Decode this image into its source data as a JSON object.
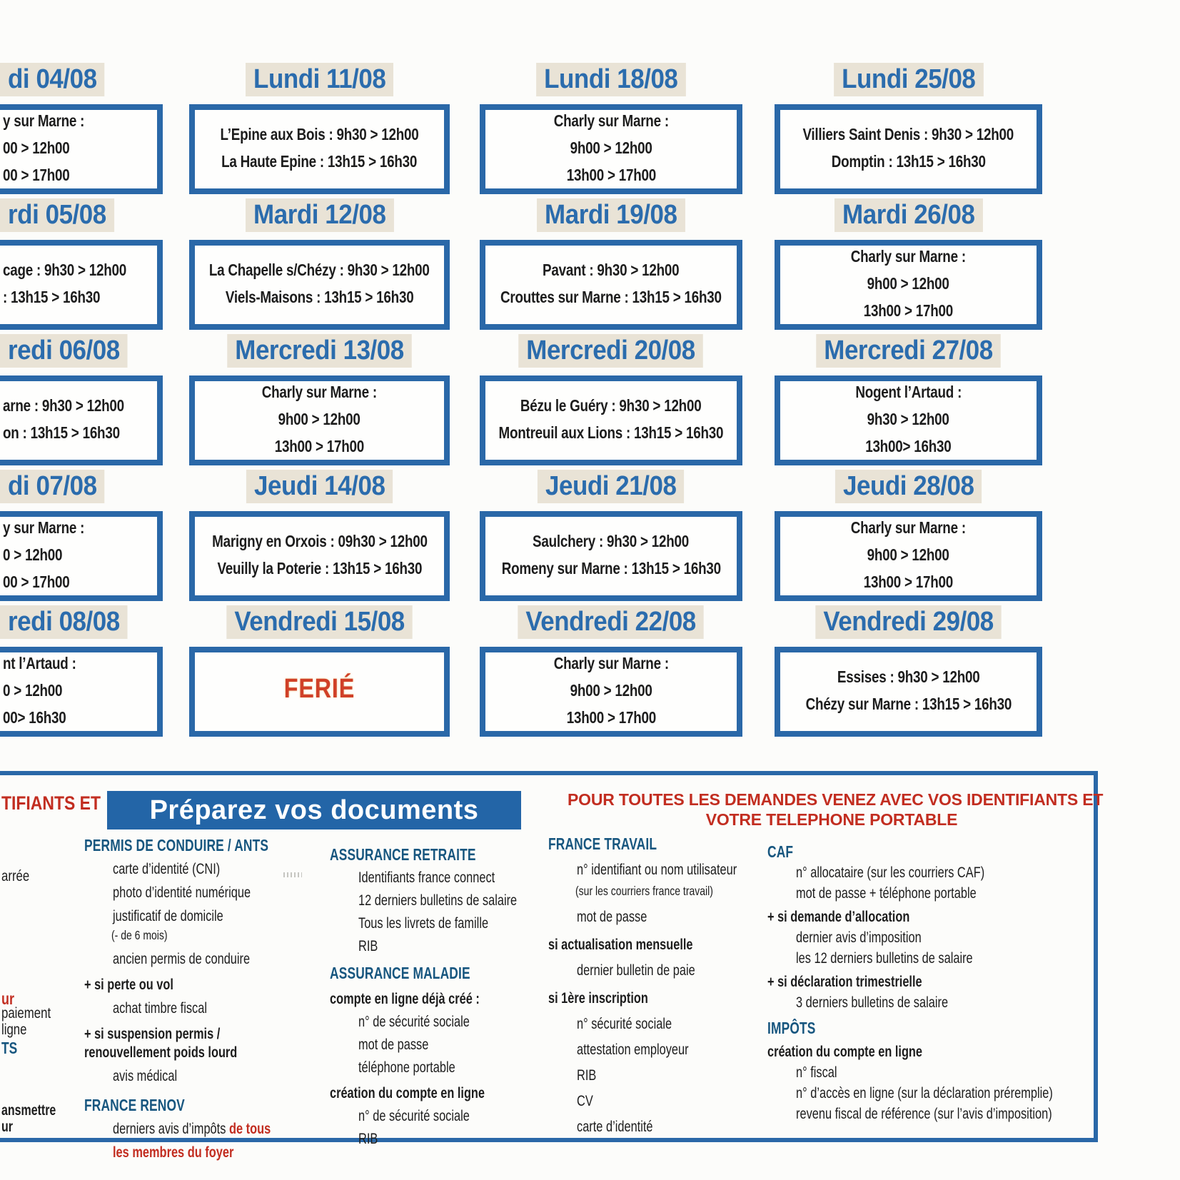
{
  "colors": {
    "blue": "#2b6cad",
    "border_blue": "#2a68a8",
    "banner_bg": "#2365a7",
    "header_blue": "#17567f",
    "red": "#c22d20",
    "ferie_red": "#d04028",
    "text": "#1d1d1d",
    "title_hl": "#e9e3d6"
  },
  "calendar": {
    "rows": [
      {
        "day": "Lundi",
        "cells": [
          {
            "cut": true,
            "title": "di 04/08",
            "lines": [
              "y sur Marne :",
              "00 > 12h00",
              "00 > 17h00"
            ]
          },
          {
            "title": "Lundi 11/08",
            "lines": [
              "L’Epine aux Bois : 9h30 > 12h00",
              "La Haute Epine : 13h15 > 16h30"
            ]
          },
          {
            "title": "Lundi 18/08",
            "lines": [
              "Charly sur Marne :",
              "9h00 > 12h00",
              "13h00 > 17h00"
            ]
          },
          {
            "title": "Lundi 25/08",
            "lines": [
              "Villiers Saint Denis : 9h30 > 12h00",
              "Domptin : 13h15 > 16h30"
            ]
          }
        ]
      },
      {
        "day": "Mardi",
        "cells": [
          {
            "cut": true,
            "title": "rdi 05/08",
            "lines": [
              "cage : 9h30 > 12h00",
              ": 13h15 > 16h30"
            ]
          },
          {
            "title": "Mardi 12/08",
            "lines": [
              "La Chapelle s/Chézy : 9h30 > 12h00",
              "Viels-Maisons : 13h15 > 16h30"
            ]
          },
          {
            "title": "Mardi 19/08",
            "lines": [
              "Pavant : 9h30 > 12h00",
              "Crouttes sur Marne : 13h15 > 16h30"
            ]
          },
          {
            "title": "Mardi 26/08",
            "lines": [
              "Charly sur Marne :",
              "9h00 > 12h00",
              "13h00 > 17h00"
            ]
          }
        ]
      },
      {
        "day": "Mercredi",
        "cells": [
          {
            "cut": true,
            "title": "redi 06/08",
            "lines": [
              "arne : 9h30 > 12h00",
              "on : 13h15 > 16h30"
            ]
          },
          {
            "title": "Mercredi 13/08",
            "lines": [
              "Charly sur Marne :",
              "9h00 > 12h00",
              "13h00 > 17h00"
            ]
          },
          {
            "title": "Mercredi 20/08",
            "lines": [
              "Bézu le Guéry : 9h30 > 12h00",
              "Montreuil aux Lions : 13h15 > 16h30"
            ]
          },
          {
            "title": "Mercredi 27/08",
            "lines": [
              "Nogent l’Artaud :",
              "9h30 > 12h00",
              "13h00> 16h30"
            ]
          }
        ]
      },
      {
        "day": "Jeudi",
        "cells": [
          {
            "cut": true,
            "title": "di 07/08",
            "lines": [
              "y sur Marne :",
              "0 > 12h00",
              "00 > 17h00"
            ]
          },
          {
            "title": "Jeudi 14/08",
            "lines": [
              "Marigny en Orxois : 09h30 > 12h00",
              "Veuilly la Poterie : 13h15 > 16h30"
            ]
          },
          {
            "title": "Jeudi 21/08",
            "lines": [
              "Saulchery : 9h30 > 12h00",
              "Romeny sur Marne : 13h15 > 16h30"
            ]
          },
          {
            "title": "Jeudi 28/08",
            "lines": [
              "Charly sur Marne :",
              "9h00 > 12h00",
              "13h00 > 17h00"
            ]
          }
        ]
      },
      {
        "day": "Vendredi",
        "cells": [
          {
            "cut": true,
            "title": "redi 08/08",
            "lines": [
              "nt l’Artaud :",
              "0 > 12h00",
              "00> 16h30"
            ]
          },
          {
            "title": "Vendredi 15/08",
            "ferie": true,
            "lines": [
              "FERIÉ"
            ]
          },
          {
            "title": "Vendredi 22/08",
            "lines": [
              "Charly sur Marne :",
              "9h00 > 12h00",
              "13h00 > 17h00"
            ]
          },
          {
            "title": "Vendredi 29/08",
            "lines": [
              "Essises : 9h30 > 12h00",
              "Chézy sur Marne : 13h15 > 16h30"
            ]
          }
        ]
      }
    ]
  },
  "documents": {
    "left_header_fragment": "TIFIANTS ET",
    "banner": "Préparez vos documents",
    "notice_line1": "POUR TOUTES LES DEMANDES VENEZ AVEC VOS IDENTIFIANTS ET",
    "notice_line2": "VOTRE TELEPHONE PORTABLE",
    "cut_fragments": [
      {
        "text": "arrée",
        "style": "plain"
      },
      {
        "text": "ur",
        "style": "red"
      },
      {
        "text": "paiement",
        "style": "plain"
      },
      {
        "text": "ligne",
        "style": "plain"
      },
      {
        "text": "TS",
        "style": "blue"
      },
      {
        "text": "ansmettre",
        "style": "bold"
      },
      {
        "text": "ur",
        "style": "bold"
      }
    ],
    "columns": [
      {
        "name": "permis-de-conduire",
        "blocks": [
          {
            "t": "h",
            "text": "PERMIS DE CONDUIRE / ANTS"
          },
          {
            "t": "i",
            "text": "carte d’identité (CNI)"
          },
          {
            "t": "i",
            "text": "photo d’identité numérique"
          },
          {
            "t": "i",
            "text": "justificatif de domicile"
          },
          {
            "t": "n",
            "text": "(- de 6 mois)"
          },
          {
            "t": "i",
            "text": "ancien permis de conduire"
          },
          {
            "t": "b",
            "text": "+ si perte ou vol"
          },
          {
            "t": "i",
            "text": "achat timbre fiscal"
          },
          {
            "t": "b",
            "text": "+ si suspension permis /"
          },
          {
            "t": "b2",
            "text": "renouvellement poids lourd"
          },
          {
            "t": "i",
            "text": "avis médical"
          },
          {
            "t": "h",
            "text": "FRANCE RENOV"
          },
          {
            "t": "i",
            "text": "derniers avis d’impôts ",
            "red": "de tous"
          },
          {
            "t": "r",
            "text": "les membres du foyer"
          }
        ]
      },
      {
        "name": "assurance",
        "blocks": [
          {
            "t": "h",
            "text": "ASSURANCE RETRAITE"
          },
          {
            "t": "i",
            "text": "Identifiants france connect"
          },
          {
            "t": "i",
            "text": "12 derniers bulletins de salaire"
          },
          {
            "t": "i",
            "text": "Tous les livrets de famille"
          },
          {
            "t": "i",
            "text": "RIB"
          },
          {
            "t": "h",
            "text": "ASSURANCE MALADIE"
          },
          {
            "t": "b",
            "text": "compte en ligne déjà créé :"
          },
          {
            "t": "i",
            "text": "n° de sécurité sociale"
          },
          {
            "t": "i",
            "text": "mot de passe"
          },
          {
            "t": "i",
            "text": "téléphone portable"
          },
          {
            "t": "b",
            "text": "création du compte en ligne"
          },
          {
            "t": "i",
            "text": "n° de sécurité sociale"
          },
          {
            "t": "i",
            "text": "RIB"
          }
        ]
      },
      {
        "name": "france-travail",
        "blocks": [
          {
            "t": "h",
            "text": "FRANCE TRAVAIL"
          },
          {
            "t": "i",
            "text": "n° identifiant ou nom utilisateur"
          },
          {
            "t": "n",
            "text": "(sur les courriers france travail)"
          },
          {
            "t": "i",
            "text": "mot de passe"
          },
          {
            "t": "b",
            "text": "si actualisation mensuelle"
          },
          {
            "t": "i",
            "text": "dernier bulletin de paie"
          },
          {
            "t": "b",
            "text": "si 1ère inscription"
          },
          {
            "t": "i",
            "text": "n° sécurité sociale"
          },
          {
            "t": "i",
            "text": "attestation employeur"
          },
          {
            "t": "i",
            "text": "RIB"
          },
          {
            "t": "i",
            "text": "CV"
          },
          {
            "t": "i",
            "text": "carte d’identité"
          }
        ]
      },
      {
        "name": "caf-impots",
        "blocks": [
          {
            "t": "h",
            "text": "CAF"
          },
          {
            "t": "i",
            "text": "n° allocataire (sur les courriers CAF)"
          },
          {
            "t": "i",
            "text": "mot de passe + téléphone portable"
          },
          {
            "t": "b",
            "text": "+ si demande d’allocation"
          },
          {
            "t": "i",
            "text": "dernier avis d’imposition"
          },
          {
            "t": "i",
            "text": "les 12 derniers bulletins de salaire"
          },
          {
            "t": "b",
            "text": "+ si déclaration trimestrielle"
          },
          {
            "t": "i",
            "text": "3 derniers bulletins de salaire"
          },
          {
            "t": "h",
            "text": "IMPÔTS"
          },
          {
            "t": "b",
            "text": "création du compte en ligne"
          },
          {
            "t": "i",
            "text": "n° fiscal"
          },
          {
            "t": "i",
            "text": "n° d’accès en ligne (sur la déclaration préremplie)",
            "gap": true
          },
          {
            "t": "i",
            "text": "revenu fiscal de référence (sur l’avis d’imposition)"
          }
        ]
      }
    ]
  }
}
